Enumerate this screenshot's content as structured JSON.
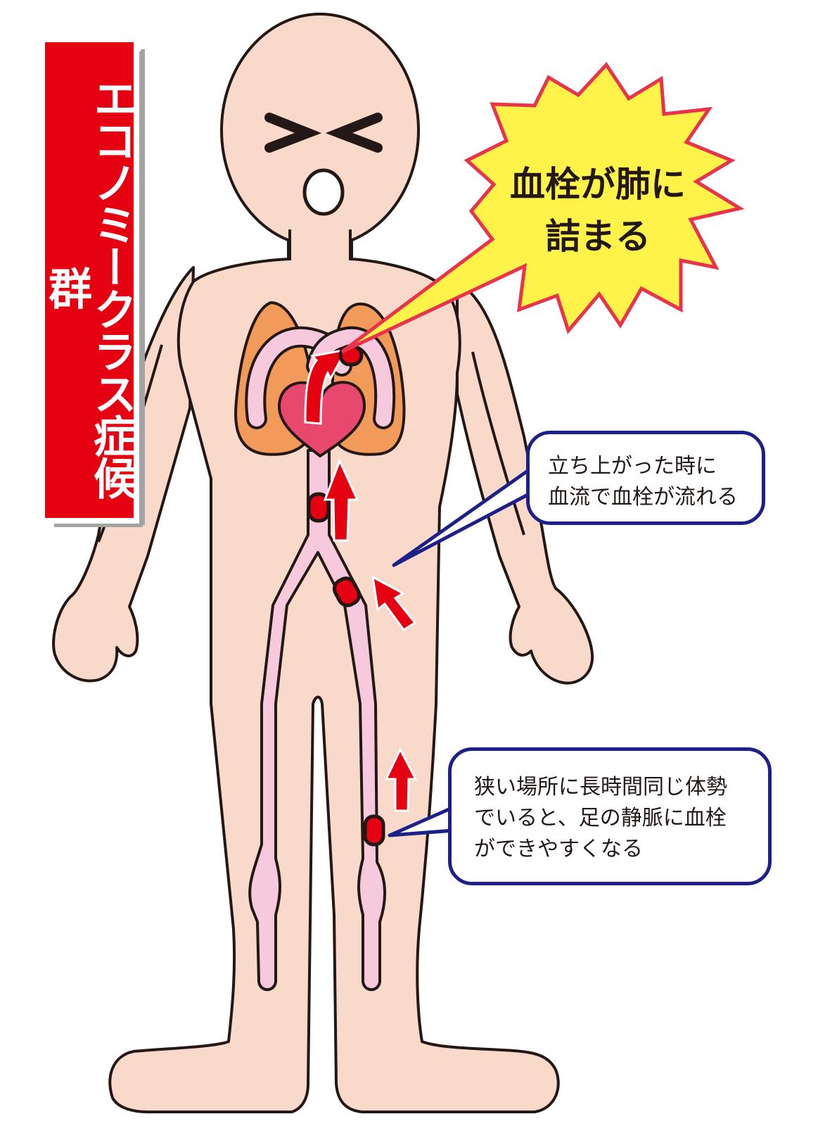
{
  "title": {
    "text": "エコノミークラス症候群",
    "background_color": "#e50012",
    "text_color": "#ffffff",
    "shadow_color": "#a3a3a3"
  },
  "burst": {
    "lines": [
      "血栓が肺に",
      "詰まる"
    ],
    "fill_color": "#fff34a",
    "stroke_color": "#e8334a"
  },
  "callouts": [
    {
      "lines": [
        "立ち上がった時に",
        "血流で血栓が流れる"
      ],
      "border_color": "#1d2088"
    },
    {
      "lines": [
        "狭い場所に長時間同じ体勢",
        "でいると、足の静脈に血栓",
        "ができやすくなる"
      ],
      "border_color": "#1d2088"
    }
  ],
  "figure": {
    "skin_color": "#f9d9ca",
    "lung_color": "#f29a59",
    "heart_color": "#e8476e",
    "vein_color": "#f6c9dc",
    "clot_color": "#e50012",
    "arrow_color": "#e50012",
    "outline_color": "#231815",
    "face": {
      "eyes": "> <",
      "mouth": "open-o"
    },
    "clots_count": 4,
    "arrows_count": 4
  }
}
